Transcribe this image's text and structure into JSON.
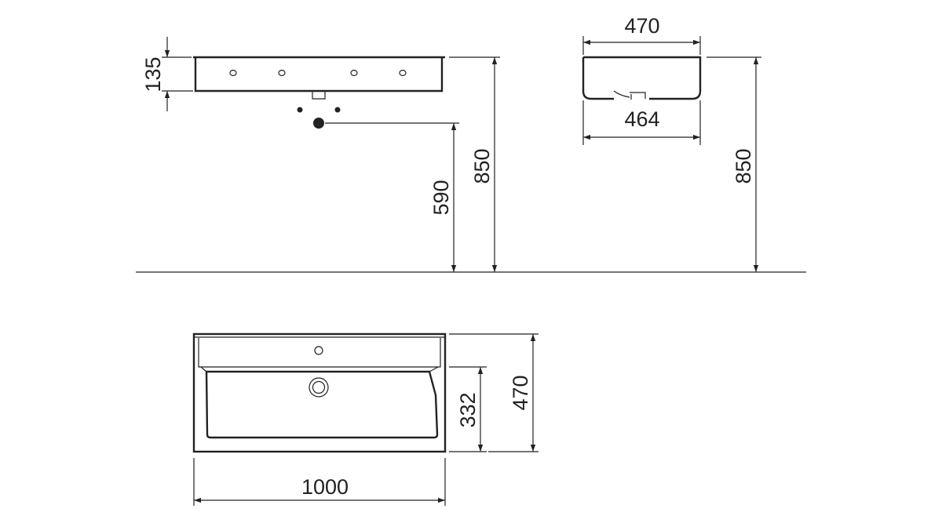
{
  "drawing": {
    "colors": {
      "line": "#222222",
      "background": "#ffffff"
    },
    "front_view": {
      "height_label": "135",
      "drain_height_label": "590",
      "total_height_label": "850"
    },
    "side_view": {
      "depth_top_label": "470",
      "depth_bottom_label": "464",
      "total_height_label": "850"
    },
    "top_view": {
      "width_label": "1000",
      "depth_label": "470",
      "basin_depth_label": "332"
    }
  }
}
